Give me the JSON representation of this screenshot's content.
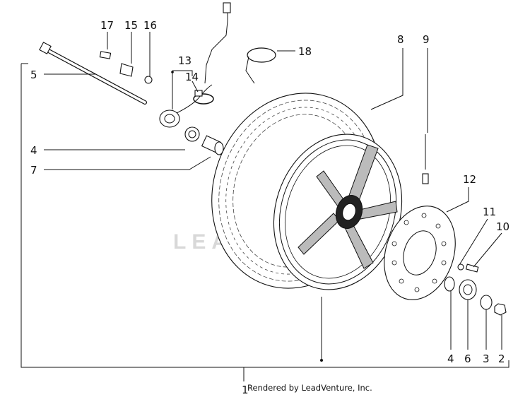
{
  "diagram": {
    "callouts": {
      "c1": "1",
      "c2": "2",
      "c3": "3",
      "c4a": "4",
      "c4b": "4",
      "c5": "5",
      "c6": "6",
      "c7": "7",
      "c8": "8",
      "c9": "9",
      "c10": "10",
      "c11": "11",
      "c12": "12",
      "c13": "13",
      "c14": "14",
      "c15": "15",
      "c16": "16",
      "c17": "17",
      "c18": "18"
    },
    "watermark": "LEADVENTURE",
    "credit": "Rendered by LeadVenture, Inc."
  }
}
